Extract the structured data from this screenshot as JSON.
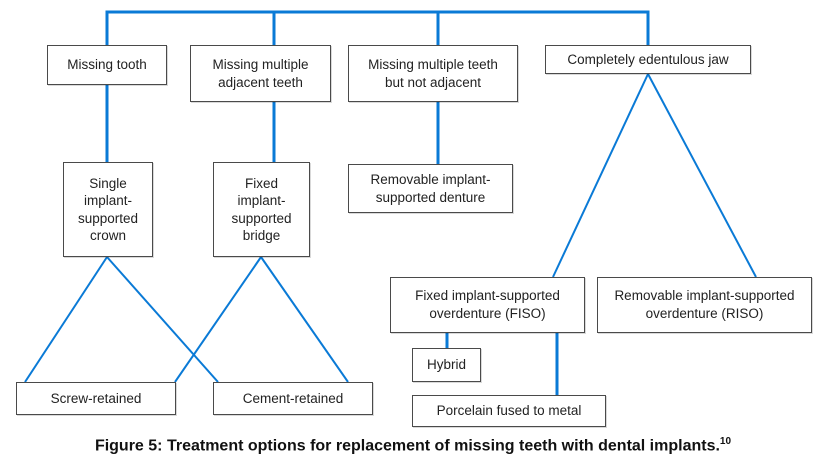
{
  "diagram": {
    "line_color": "#0a7ad6",
    "nodes": {
      "missing_tooth": "Missing tooth",
      "missing_adjacent": "Missing multiple\nadjacent teeth",
      "missing_not_adjacent": "Missing multiple teeth\nbut not adjacent",
      "edentulous": "Completely edentulous jaw",
      "single_crown": "Single\nimplant-\nsupported\ncrown",
      "fixed_bridge": "Fixed\nimplant-\nsupported\nbridge",
      "removable_denture": "Removable implant-\nsupported denture",
      "fiso": "Fixed implant-supported\noverdenture (FISO)",
      "riso": "Removable implant-supported\noverdenture (RISO)",
      "hybrid": "Hybrid",
      "porcelain": "Porcelain fused to metal",
      "screw_retained": "Screw-retained",
      "cement_retained": "Cement-retained"
    },
    "edges": [
      [
        "missing_tooth",
        "single_crown"
      ],
      [
        "missing_adjacent",
        "fixed_bridge"
      ],
      [
        "missing_not_adjacent",
        "removable_denture"
      ],
      [
        "edentulous",
        "fiso"
      ],
      [
        "edentulous",
        "riso"
      ],
      [
        "single_crown",
        "screw_retained"
      ],
      [
        "single_crown",
        "cement_retained"
      ],
      [
        "fixed_bridge",
        "screw_retained"
      ],
      [
        "fixed_bridge",
        "cement_retained"
      ],
      [
        "fiso",
        "hybrid"
      ],
      [
        "fiso",
        "porcelain"
      ]
    ]
  },
  "caption": {
    "text": "Figure 5: Treatment options for replacement of missing teeth with dental implants.",
    "ref": "10"
  }
}
